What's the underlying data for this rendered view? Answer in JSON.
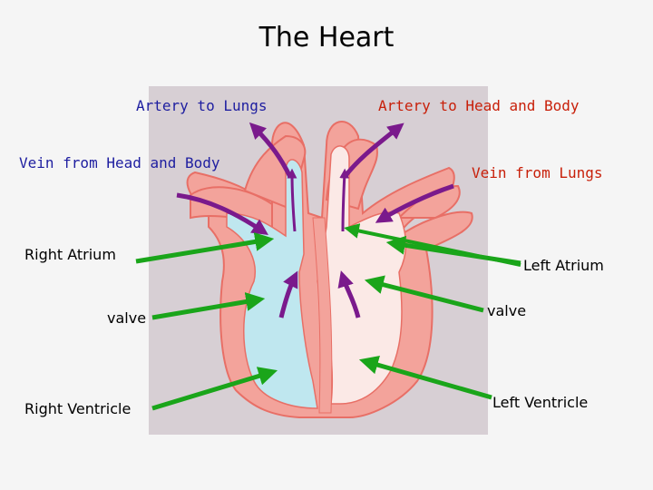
{
  "title": "The Heart",
  "labels": {
    "artery_to_lungs": "Artery to Lungs",
    "artery_to_head_body": "Artery to Head and Body",
    "vein_from_head_body": "Vein from Head and Body",
    "vein_from_lungs": "Vein from Lungs",
    "right_atrium": "Right Atrium",
    "left_atrium": "Left Atrium",
    "valve_right": "valve",
    "valve_left": "valve",
    "right_ventricle": "Right Ventricle",
    "left_ventricle": "Left Ventricle"
  },
  "colors": {
    "background": "#f5f5f5",
    "heart_panel": "#d7cfd4",
    "deoxygenated_blood": "#bfe7ef",
    "oxygenated_blood": "#fbe9e6",
    "heart_muscle": "#f3a39b",
    "heart_outline": "#e86f66",
    "flow_arrow": "#7a1a8c",
    "pointer_arrow": "#1aa51a"
  }
}
